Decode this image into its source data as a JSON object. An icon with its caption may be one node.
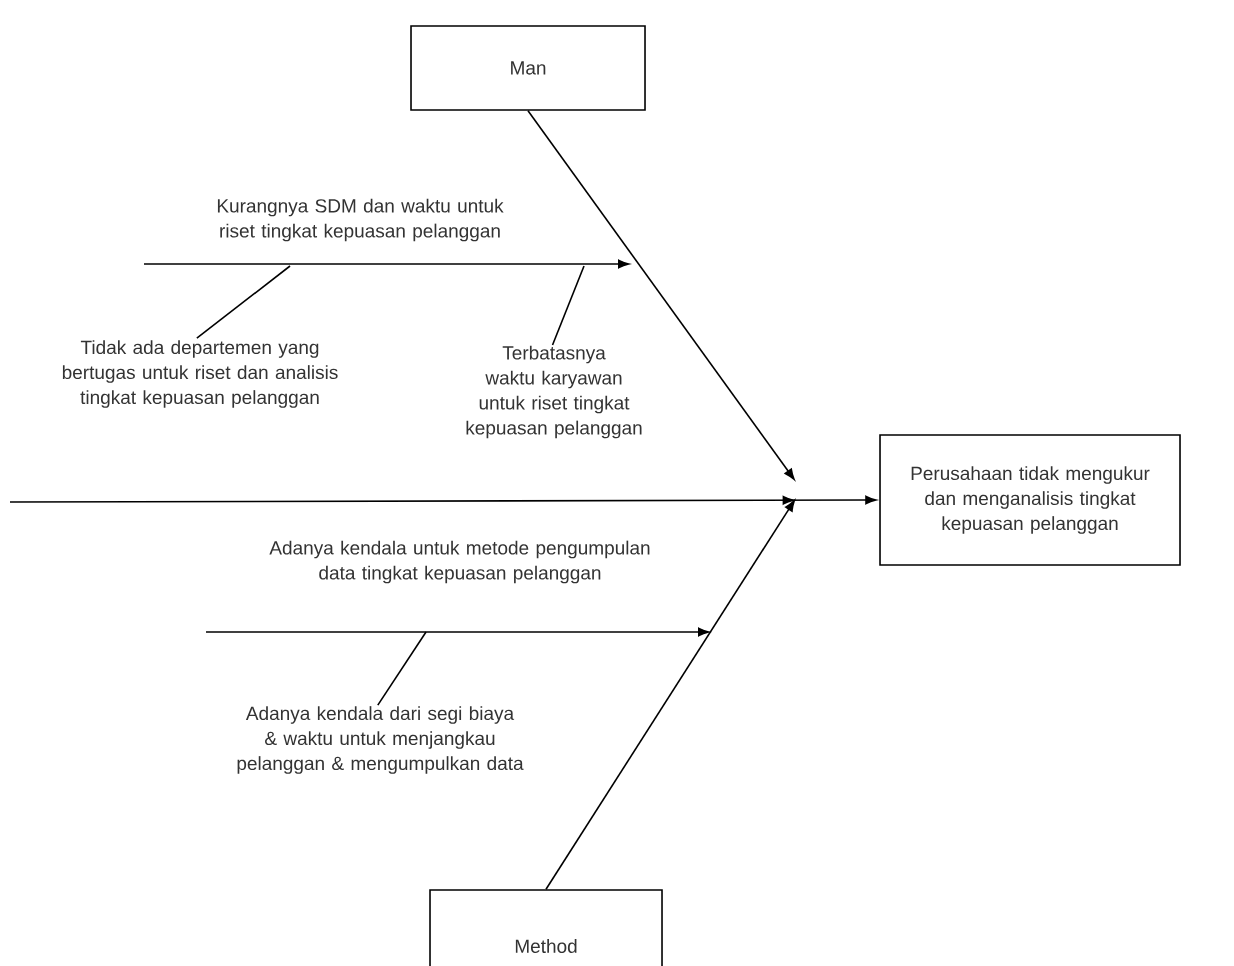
{
  "diagram": {
    "nodes": [
      {
        "text": [
          "Man"
        ]
      },
      {
        "text": [
          "Tidak ada departemen yang bertugas untuk riset dan analisis tingkat kepuasan pelanggan"
        ]
      },
      {
        "text": [
          "Terbatasnya waktu karyawan untuk riset tingkat kepuasan pelanggan"
        ]
      },
      {
        "text": [
          "Perusahaan tidak mengukur dan menganalisis tingkat kepuasan pelanggan"
        ]
      },
      {
        "text": [
          "Adanya kendala dari segi biaya & waktu untuk menjangkau pelanggan & mengumpulkan data"
        ]
      },
      {
        "text": [
          "Method"
        ]
      }
    ],
    "edges": [
      {
        "from": 0,
        "to": null,
        "arrow": "to"
      },
      {
        "from": 1,
        "to": null,
        "arrow": "none"
      },
      {
        "from": 2,
        "to": null,
        "arrow": "none"
      },
      {
        "from": null,
        "to": 3,
        "arrow": "to"
      },
      {
        "from": 4,
        "to": null,
        "arrow": "none"
      },
      {
        "from": 5,
        "to": null,
        "arrow": "to"
      }
    ],
    "labels": [
      "Kurangnya SDM  dan waktu untuk riset tingkat kepuasan pelanggan",
      "Adanya kendala untuk metode pengumpulan data tingkat kepuasan pelanggan"
    ]
  }
}
